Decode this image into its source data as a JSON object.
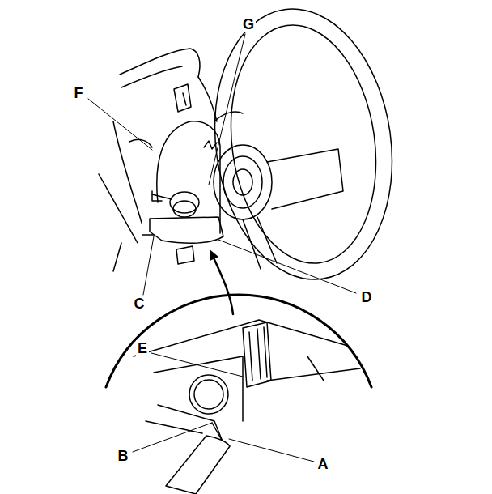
{
  "diagram": {
    "labels": [
      "G",
      "F",
      "C",
      "D",
      "E",
      "B",
      "A"
    ]
  }
}
